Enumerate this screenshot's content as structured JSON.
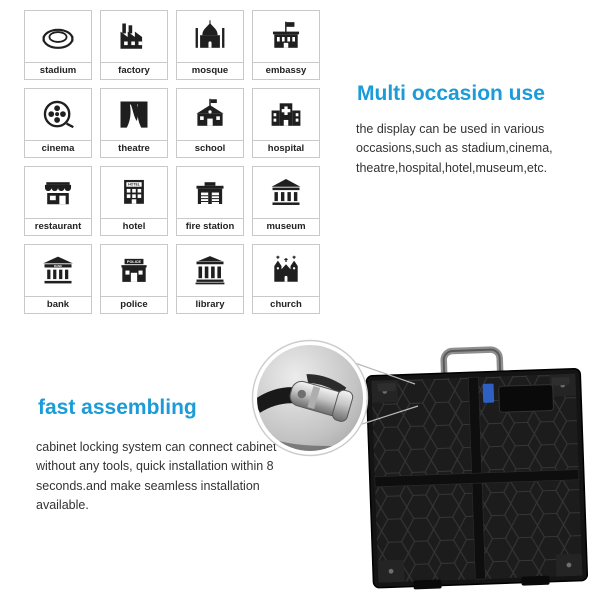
{
  "colors": {
    "accent": "#1b9bd7",
    "text": "#333333",
    "icon": "#1f1f1f"
  },
  "occasions": {
    "title": "Multi occasion use",
    "description": "the display can be used in various occasions,such as stadium,cinema, theatre,hospital,hotel,museum,etc.",
    "items": [
      {
        "label": "stadium",
        "icon": "stadium-icon"
      },
      {
        "label": "factory",
        "icon": "factory-icon"
      },
      {
        "label": "mosque",
        "icon": "mosque-icon"
      },
      {
        "label": "embassy",
        "icon": "embassy-icon"
      },
      {
        "label": "cinema",
        "icon": "cinema-icon"
      },
      {
        "label": "theatre",
        "icon": "theatre-icon"
      },
      {
        "label": "school",
        "icon": "school-icon"
      },
      {
        "label": "hospital",
        "icon": "hospital-icon"
      },
      {
        "label": "restaurant",
        "icon": "restaurant-icon"
      },
      {
        "label": "hotel",
        "icon": "hotel-icon",
        "icon_text": "HOTEL"
      },
      {
        "label": "fire station",
        "icon": "fire-station-icon"
      },
      {
        "label": "museum",
        "icon": "museum-icon"
      },
      {
        "label": "bank",
        "icon": "bank-icon",
        "icon_text": "BANK"
      },
      {
        "label": "police",
        "icon": "police-icon",
        "icon_text": "POLICE"
      },
      {
        "label": "library",
        "icon": "library-icon"
      },
      {
        "label": "church",
        "icon": "church-icon"
      }
    ]
  },
  "assembling": {
    "title": "fast assembling",
    "description": "cabinet locking system can connect cabinet without any tools, quick installation within 8 seconds.and make seamless installation available.",
    "figure": {
      "cabinet_icon": "led-cabinet-rear-photo",
      "callout_icon": "lock-detail-callout"
    }
  }
}
